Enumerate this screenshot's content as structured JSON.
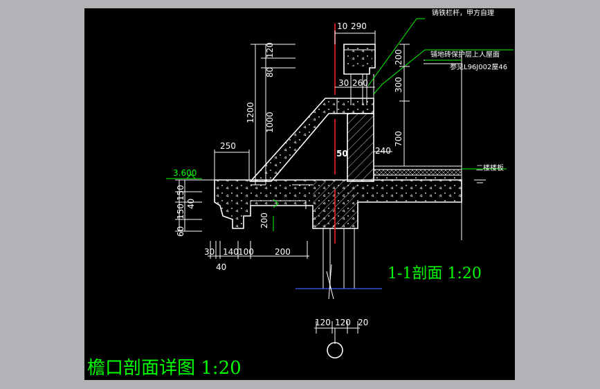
{
  "drawing": {
    "title": "檐口剖面详图 1:20",
    "section_label": "1-1剖面 1:20",
    "elevation_label": "3.600",
    "notes": {
      "railing": "铸铁栏杆，甲方自理",
      "roof": "铺地砖保护层上人屋面",
      "roof_ref": "参见L96J002屋46",
      "slab": "二楼楼板"
    },
    "dims": {
      "top_left": "10",
      "top_right": "290",
      "mid_left": "30",
      "mid_right": "260",
      "v_200": "200",
      "v_300": "300",
      "v_700": "700",
      "v_120": "120",
      "v_80": "80",
      "v_1000": "1000",
      "v_1200": "1200",
      "d_250": "250",
      "d_50": "50",
      "d_240": "240",
      "d_200_box": "200",
      "l_150a": "150",
      "l_40": "40",
      "l_150b": "150",
      "l_60": "60",
      "b_30": "30",
      "b_140": "140",
      "b_100": "100",
      "b_200": "200",
      "b_40": "40",
      "f_120a": "120",
      "f_120b": "120",
      "f_20": "20"
    }
  }
}
